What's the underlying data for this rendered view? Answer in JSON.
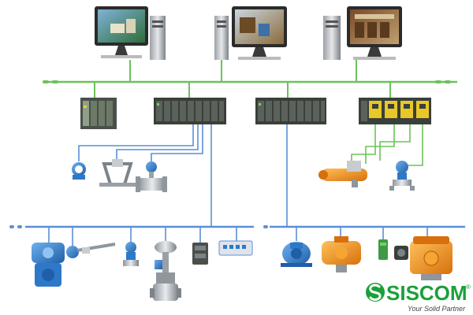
{
  "brand": {
    "name": "SISCOM",
    "trademark": "®",
    "tagline": "Your Solid Partner",
    "color": "#1aa03a",
    "tagline_color": "#444444"
  },
  "colors": {
    "ethernet_bus": "#6ac35a",
    "fieldbus": "#5a8fd6",
    "io_link": "#6ac35a",
    "controller_body": "#3a3f3a",
    "device_blue": "#2e78c8",
    "device_orange": "#f08a14"
  },
  "workstations": [
    {
      "id": "ws1",
      "screen": "plant-overview",
      "icon": "workstation-icon"
    },
    {
      "id": "ws2",
      "screen": "process-graphics",
      "icon": "workstation-icon"
    },
    {
      "id": "ws3",
      "screen": "control-room",
      "icon": "workstation-icon"
    }
  ],
  "controllers": [
    {
      "id": "io-rack",
      "icon": "io-rack-icon"
    },
    {
      "id": "controller-a",
      "icon": "controller-rack-icon"
    },
    {
      "id": "controller-b",
      "icon": "controller-rack-icon"
    },
    {
      "id": "controller-c",
      "icon": "hart-io-rack-icon"
    }
  ],
  "field_devices_upper": [
    "transmitter-icon",
    "flow-meter-icon",
    "vortex-flowmeter-icon",
    "actuator-icon",
    "pressure-transmitter-icon"
  ],
  "field_devices_lower": [
    "pressure-transmitter-icon",
    "temperature-probe-icon",
    "level-transmitter-icon",
    "control-valve-icon",
    "io-module-icon",
    "fieldbus-coupler-icon",
    "motor-icon",
    "valve-actuator-icon",
    "proximity-sensor-icon",
    "electric-actuator-icon"
  ]
}
